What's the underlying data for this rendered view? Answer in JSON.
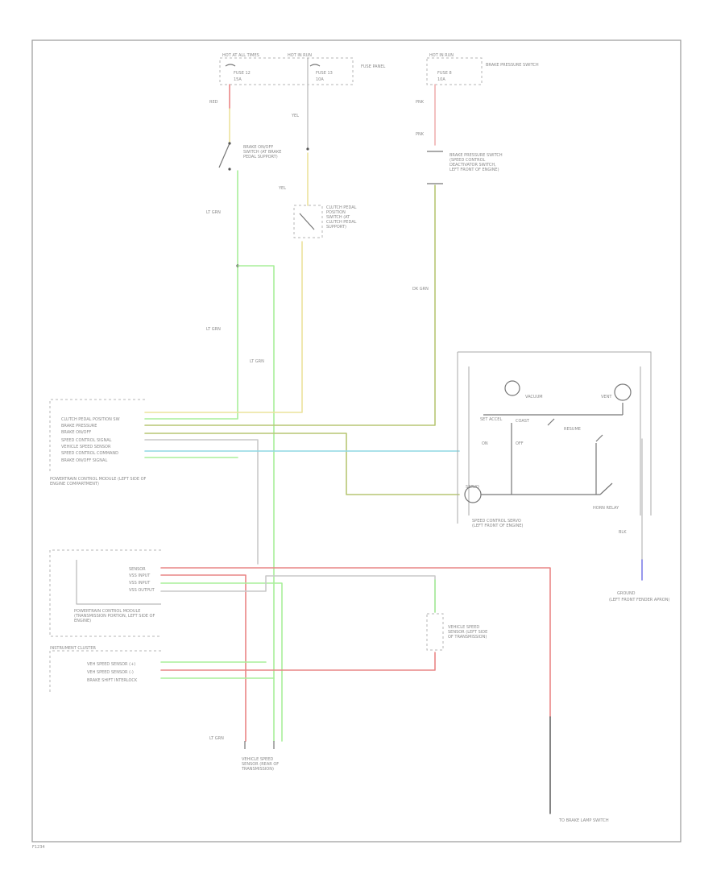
{
  "diagram": {
    "corner_label": "F1234",
    "fuse_panel": {
      "hot_at_all_times": "HOT AT ALL TIMES",
      "hot_in_run": "HOT IN RUN",
      "fuse_a": "FUSE 12",
      "fuse_a_amp": "15A",
      "fuse_b": "FUSE 13",
      "fuse_b_amp": "10A",
      "panel_name": "FUSE PANEL",
      "fuse_c": "FUSE 8",
      "fuse_c_amp": "10A",
      "right_label": "BRAKE PRESSURE SWITCH"
    },
    "wires": {
      "w1": "RED",
      "w2": "LT GRN",
      "w3": "LT GRN",
      "w4": "LT GRN",
      "w5": "YEL",
      "w6": "YEL",
      "w7": "PNK",
      "w8": "PNK",
      "w9": "DK GRN",
      "w10": "LT GRN"
    },
    "switches": {
      "brake_on_off": "BRAKE ON/OFF SWITCH (AT BRAKE PEDAL SUPPORT)",
      "clutch": "CLUTCH PEDAL POSITION SWITCH (AT CLUTCH PEDAL SUPPORT)",
      "brake_pressure": "BRAKE PRESSURE SWITCH (SPEED CONTROL DEACTIVATOR SWITCH, LEFT FRONT OF ENGINE)"
    },
    "pcm": {
      "pins": [
        "CLUTCH PEDAL POSITION SW",
        "BRAKE PRESSURE",
        "BRAKE ON/OFF",
        "SPEED CONTROL SIGNAL",
        "VEHICLE SPEED SENSOR",
        "SPEED CONTROL COMMAND",
        "BRAKE ON/OFF SIGNAL"
      ],
      "name": "POWERTRAIN CONTROL MODULE (LEFT SIDE OF ENGINE COMPARTMENT)"
    },
    "speed_control": {
      "vacuum": "VACUUM",
      "vent": "VENT",
      "set_accel": "SET ACCEL",
      "coast": "COAST",
      "resume": "RESUME",
      "on": "ON",
      "off": "OFF",
      "servo": "SERVO",
      "name": "SPEED CONTROL SERVO (LEFT FRONT OF ENGINE)",
      "horn_relay": "HORN RELAY",
      "ground": "GROUND",
      "ground_loc": "(LEFT FRONT FENDER APRON)",
      "wire_blk": "BLK"
    },
    "transmission": {
      "items": [
        "SENSOR",
        "VSS INPUT",
        "VSS INPUT",
        "VSS OUTPUT"
      ],
      "name": "POWERTRAIN CONTROL MODULE (TRANSMISSION PORTION, LEFT SIDE OF ENGINE)"
    },
    "cluster": {
      "title": "INSTRUMENT CLUSTER",
      "items": [
        "VEH SPEED SENSOR (+)",
        "VEH SPEED SENSOR (-)",
        "BRAKE SHIFT INTERLOCK"
      ]
    },
    "vss": {
      "name": "VEHICLE SPEED SENSOR (LEFT SIDE OF TRANSMISSION)",
      "bottom": "VEHICLE SPEED SENSOR (REAR OF TRANSMISSION)"
    },
    "bottom_right": "TO BRAKE LAMP SWITCH"
  }
}
